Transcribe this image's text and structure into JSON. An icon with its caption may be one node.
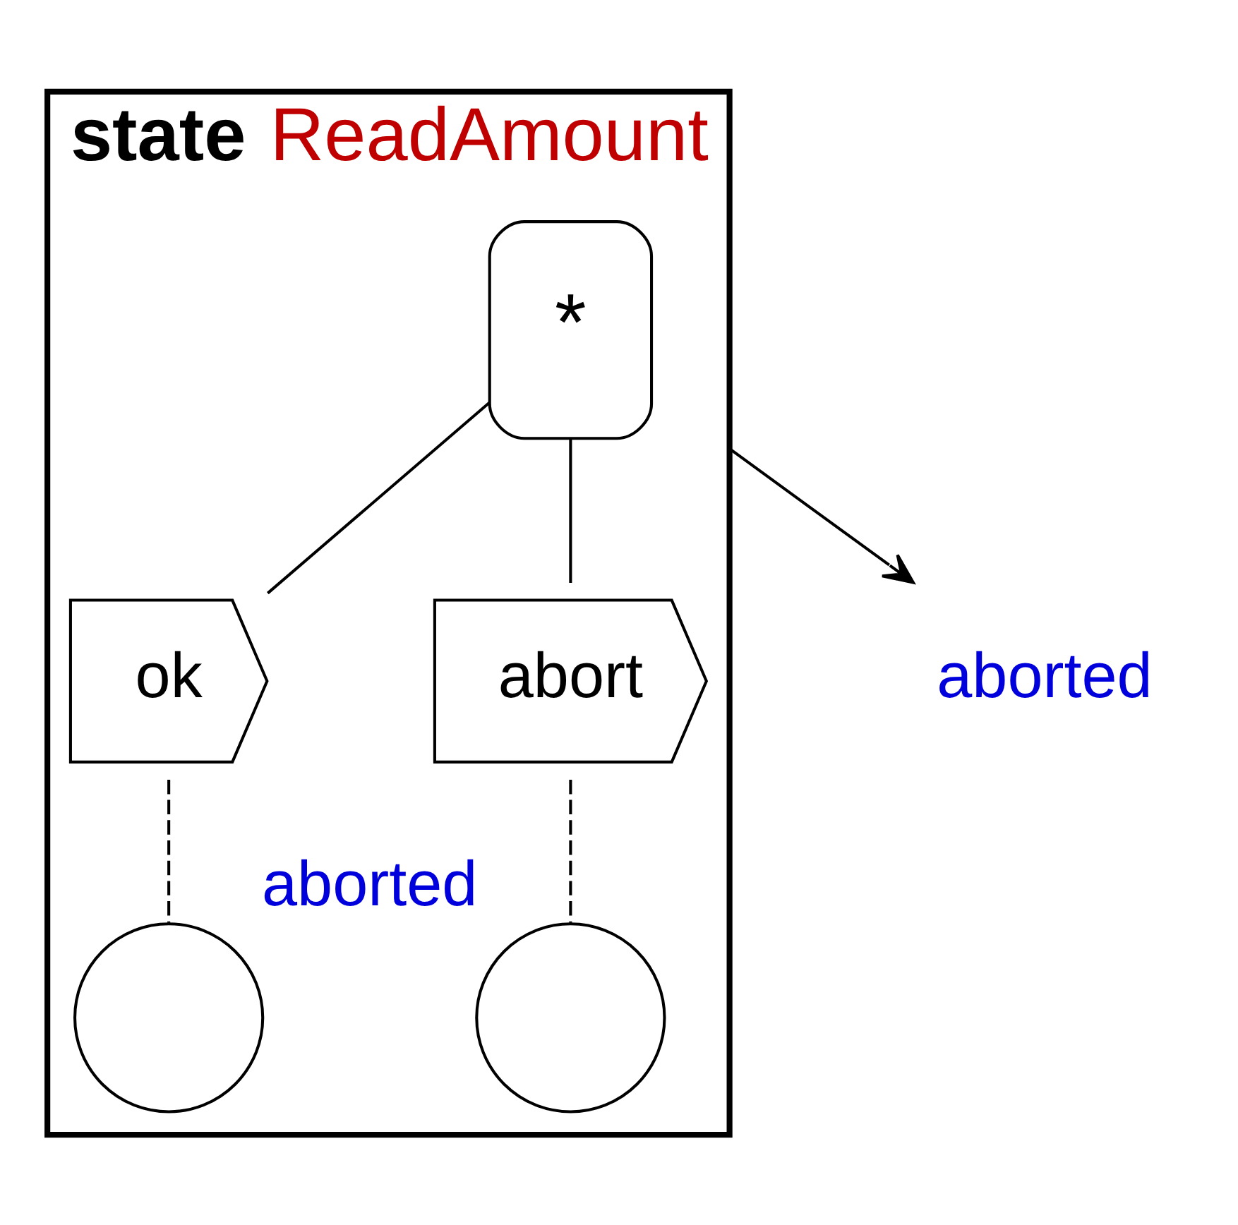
{
  "diagram": {
    "nodes": [
      {
        "text": [
          "state",
          "ReadAmount"
        ]
      },
      {
        "text": [
          "*"
        ],
        "in": 0
      },
      {
        "text": [
          "ok"
        ],
        "in": 0
      },
      {
        "text": [
          "abort"
        ],
        "in": 0
      },
      {
        "text": [],
        "shape": "circle",
        "in": 0
      },
      {
        "text": [],
        "shape": "circle",
        "in": 0,
        "beside": [
          "aborted"
        ]
      },
      {
        "text": [
          "aborted"
        ]
      }
    ],
    "edges": [
      {
        "from": 0,
        "to": 6,
        "arrow": "to"
      },
      {
        "from": 1,
        "to": 2,
        "arrow": "none"
      },
      {
        "from": 1,
        "to": 3,
        "arrow": "none"
      },
      {
        "from": 2,
        "to": 4,
        "arrow": "none",
        "style": "dashed"
      },
      {
        "from": 3,
        "to": 5,
        "arrow": "none",
        "style": "dashed"
      }
    ]
  }
}
